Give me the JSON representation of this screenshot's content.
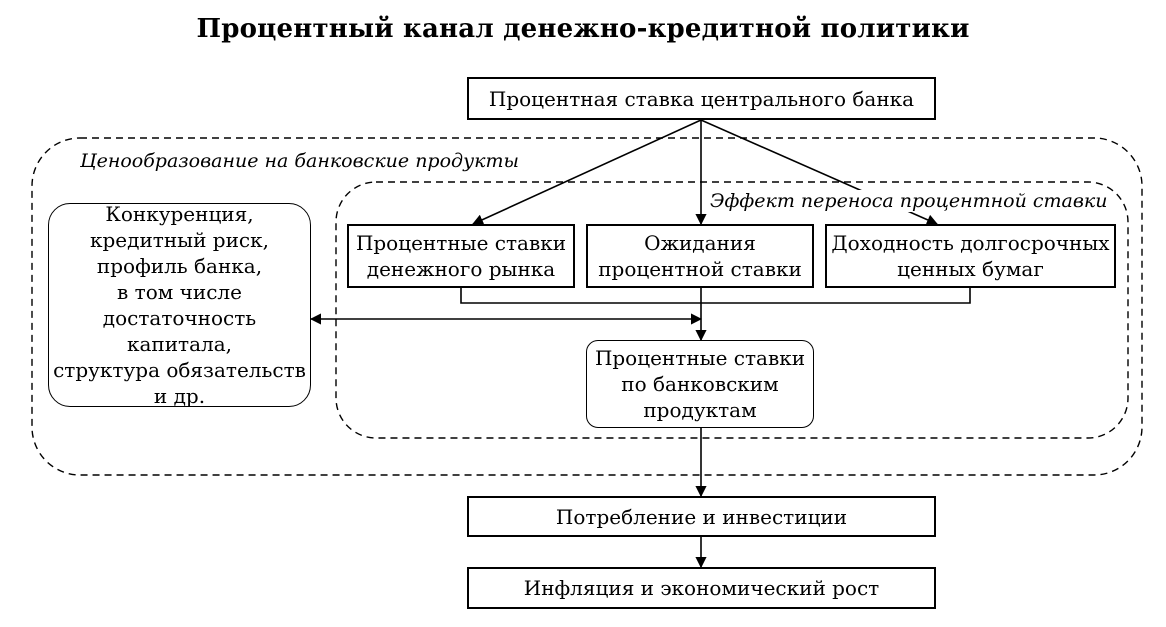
{
  "title": "Процентный канал денежно-кредитной политики",
  "regions": {
    "outer_label": "Ценообразование на банковские продукты",
    "inner_label": "Эффект переноса процентной ставки"
  },
  "nodes": {
    "central_rate": "Процентная ставка центрального банка",
    "money_market": "Процентные ставки\nденежного рынка",
    "expectations": "Ожидания\nпроцентной ставки",
    "long_term": "Доходность долгосрочных\nценных бумаг",
    "competition": "Конкуренция,\nкредитный риск,\nпрофиль банка,\nв том числе\nдостаточность капитала,\nструктура обязательств\nи др.",
    "bank_rates": "Процентные ставки\nпо банковским\nпродуктам",
    "consumption": "Потребление и инвестиции",
    "inflation": "Инфляция и экономический рост"
  }
}
